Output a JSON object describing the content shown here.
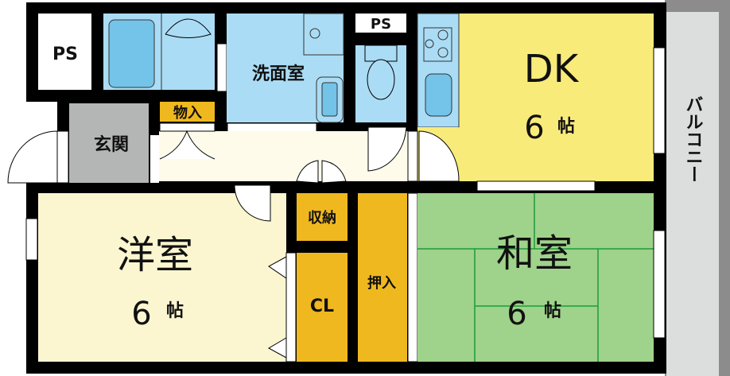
{
  "rooms": {
    "ps1": "PS",
    "ps2": "PS",
    "washroom": "洗面室",
    "storage": "物入",
    "entrance": "玄関",
    "dk": {
      "name": "DK",
      "size": "6",
      "unit": "帖"
    },
    "western": {
      "name": "洋室",
      "size": "6",
      "unit": "帖"
    },
    "japanese": {
      "name": "和室",
      "size": "6",
      "unit": "帖"
    },
    "closet_small": "収納",
    "closet": "CL",
    "oshiire": "押入",
    "balcony": "バルコニー"
  },
  "colors": {
    "wall": "#000000",
    "water": "#abdcf5",
    "fixture": "#74c3e8",
    "dk": "#f9eb7a",
    "western": "#fbf6d0",
    "hall": "#fefbeb",
    "entrance": "#b4b5b5",
    "storage": "#f0b81f",
    "japanese": "#9fd28a",
    "balcony": "#dcdddd"
  }
}
